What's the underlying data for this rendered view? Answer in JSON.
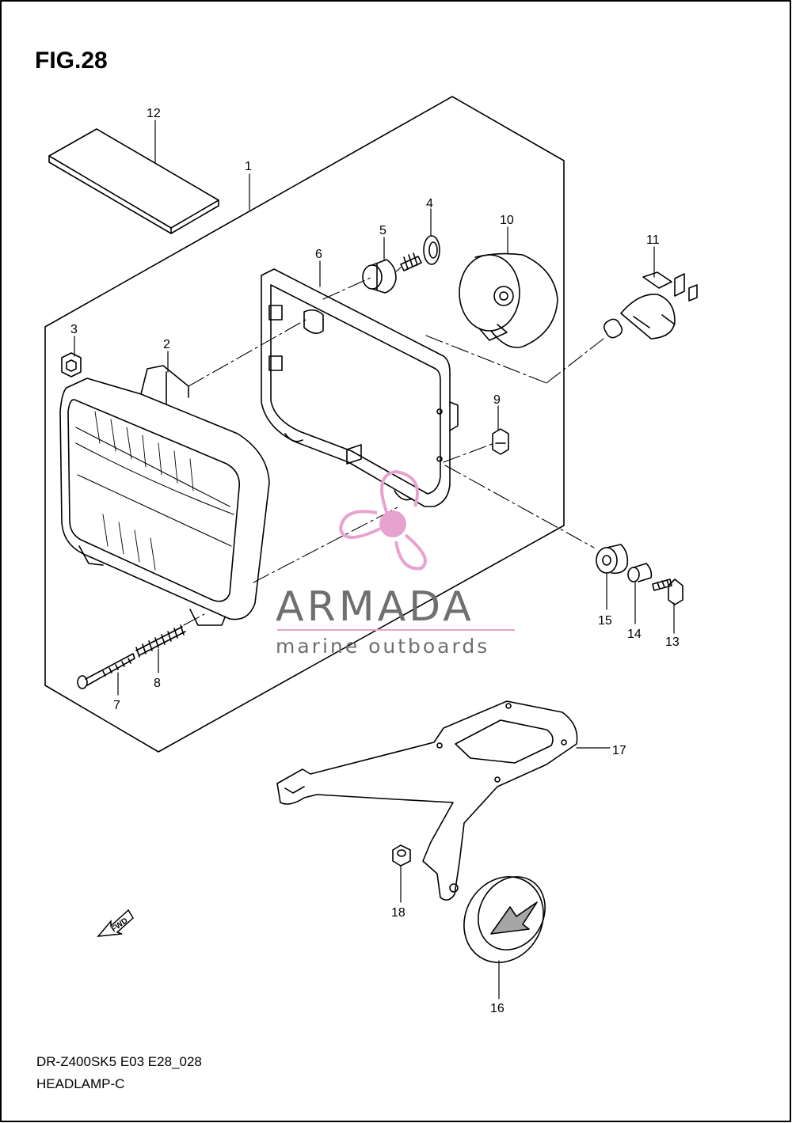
{
  "figure": {
    "title": "FIG.28",
    "model_code": "DR-Z400SK5 E03 E28_028",
    "assembly_name": "HEADLAMP-C"
  },
  "callouts": [
    {
      "id": "c1",
      "label": "1"
    },
    {
      "id": "c2",
      "label": "2"
    },
    {
      "id": "c3",
      "label": "3"
    },
    {
      "id": "c4",
      "label": "4"
    },
    {
      "id": "c5",
      "label": "5"
    },
    {
      "id": "c6",
      "label": "6"
    },
    {
      "id": "c7",
      "label": "7"
    },
    {
      "id": "c8",
      "label": "8"
    },
    {
      "id": "c9",
      "label": "9"
    },
    {
      "id": "c10",
      "label": "10"
    },
    {
      "id": "c11",
      "label": "11"
    },
    {
      "id": "c12",
      "label": "12"
    },
    {
      "id": "c13",
      "label": "13"
    },
    {
      "id": "c14",
      "label": "14"
    },
    {
      "id": "c15",
      "label": "15"
    },
    {
      "id": "c16",
      "label": "16"
    },
    {
      "id": "c17",
      "label": "17"
    },
    {
      "id": "c18",
      "label": "18"
    }
  ],
  "direction_marker": {
    "label": "FWD"
  },
  "watermark": {
    "brand": "ARMADA",
    "tagline": "marine outboards",
    "brand_color": "#e8a2cf",
    "text_color": "#6f6f6f"
  },
  "colors": {
    "line": "#000000",
    "background": "#ffffff"
  }
}
